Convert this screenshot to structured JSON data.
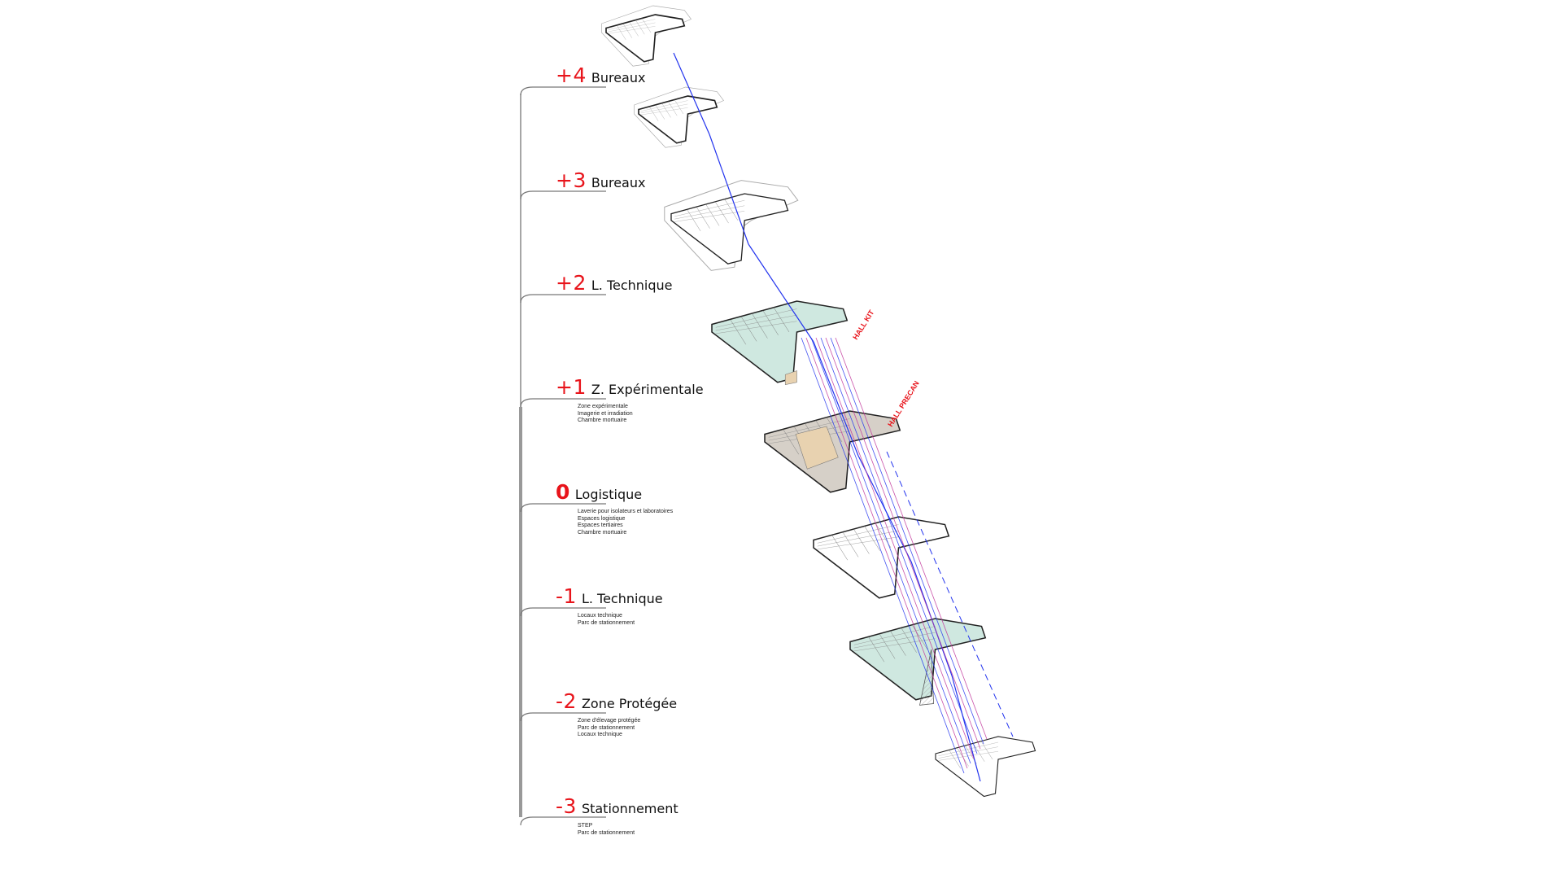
{
  "levels": [
    {
      "num": "+4",
      "name": "Bureaux",
      "desc": []
    },
    {
      "num": "+3",
      "name": "Bureaux",
      "desc": []
    },
    {
      "num": "+2",
      "name": "L. Technique",
      "desc": []
    },
    {
      "num": "+1",
      "name": "Z. Expérimentale",
      "desc": [
        "Zone expérimentale",
        "Imagerie et irradiation",
        "Chambre mortuaire"
      ]
    },
    {
      "num": "0",
      "name": "Logistique",
      "desc": [
        "Laverie pour isolateurs et laboratoires",
        "Espaces logistique",
        "Espaces tertiaires",
        "Chambre mortuaire"
      ]
    },
    {
      "num": "-1",
      "name": "L. Technique",
      "desc": [
        "Locaux technique",
        "Parc de stationnement"
      ]
    },
    {
      "num": "-2",
      "name": "Zone Protégée",
      "desc": [
        "Zone d'élevage protégée",
        "Parc de stationnement",
        "Locaux technique"
      ]
    },
    {
      "num": "-3",
      "name": "Stationnement",
      "desc": [
        "STEP",
        "Parc de stationnement"
      ]
    }
  ],
  "annotations": {
    "hall_kit": "HALL KIT",
    "hall_precan": "HALL PRECAN"
  },
  "colors": {
    "accent_red": "#e8141b",
    "zone_green": "#cfe8e0",
    "zone_grey": "#c8c8c8",
    "zone_beige": "#e8d2b0",
    "shaft_blue": "#2233ee",
    "shaft_magenta": "#c0339a"
  }
}
